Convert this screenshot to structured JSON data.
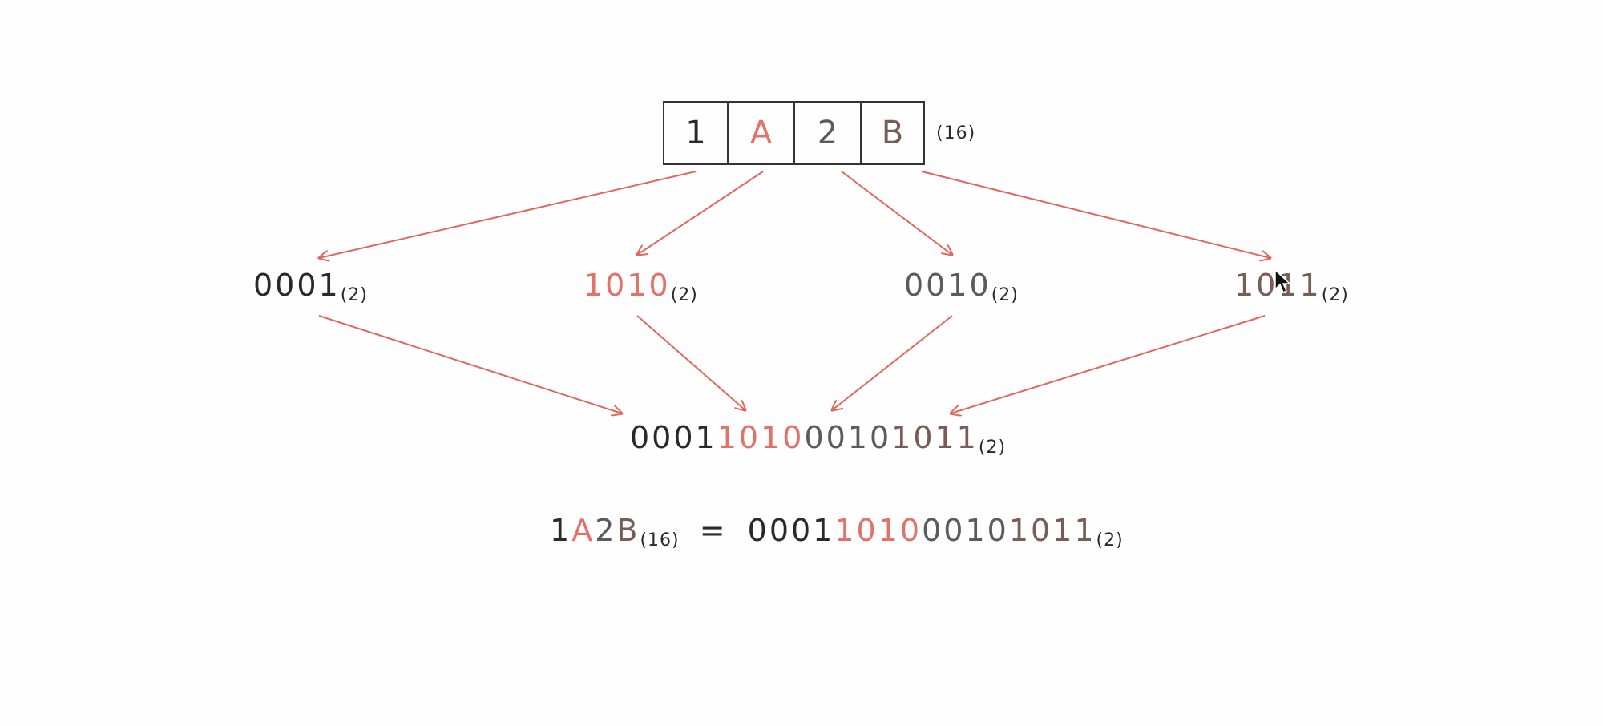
{
  "colors": {
    "black": "#2a2a2a",
    "red": "#e27268",
    "gray": "#5b5b5b",
    "brown": "#7a5c56",
    "arrow": "#e0675c"
  },
  "hex": {
    "digits": [
      "1",
      "A",
      "2",
      "B"
    ],
    "base": "(16)"
  },
  "nibbles": [
    {
      "bits": "0001",
      "base": "(2)"
    },
    {
      "bits": "1010",
      "base": "(2)"
    },
    {
      "bits": "0010",
      "base": "(2)"
    },
    {
      "bits": "1011",
      "base": "(2)"
    }
  ],
  "combined": {
    "parts": [
      "0001",
      "1010",
      "0010",
      "1011"
    ],
    "base": "(2)"
  },
  "equation": {
    "hex_parts": [
      "1",
      "A",
      "2",
      "B"
    ],
    "hex_base": "(16)",
    "equals": "=",
    "bin_parts": [
      "0001",
      "1010",
      "0010",
      "1011"
    ],
    "bin_base": "(2)"
  }
}
